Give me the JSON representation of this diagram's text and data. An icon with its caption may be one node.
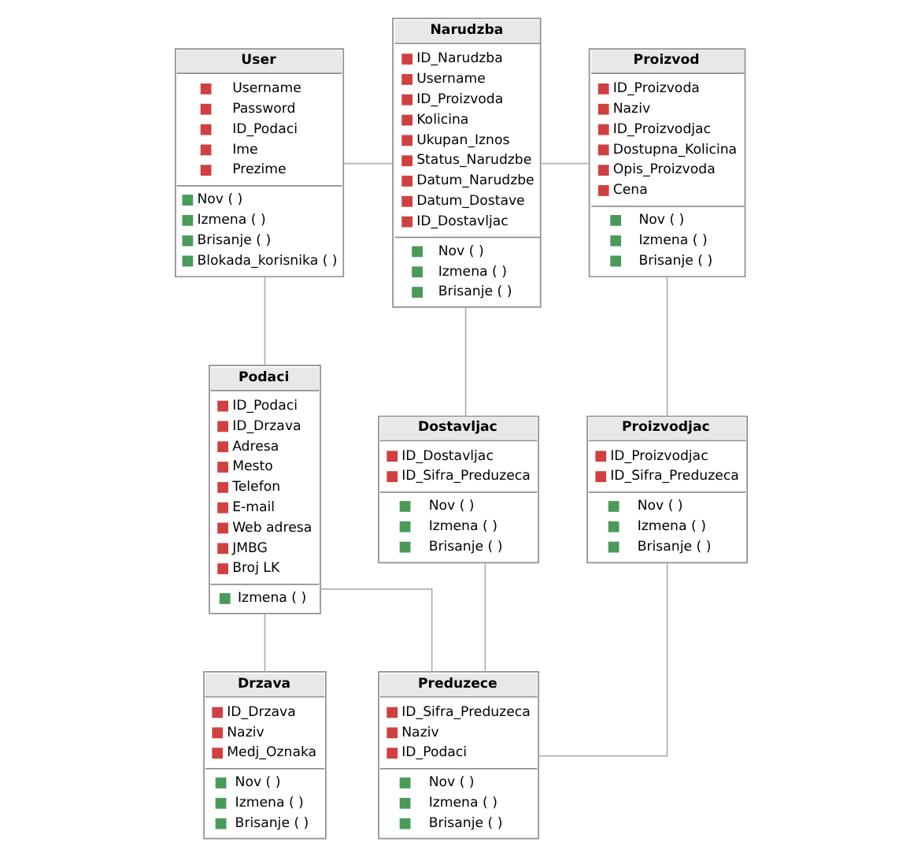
{
  "diagram": {
    "nodes": [
      {
        "text": [
          "User",
          "Username",
          "Password",
          "ID_Podaci",
          "Ime",
          "Prezime",
          "Nov ( )",
          "Izmena ( )",
          "Brisanje ( )",
          "Blokada_korisnika ( )"
        ]
      },
      {
        "text": [
          "Narudzba",
          "ID_Narudzba",
          "Username",
          "ID_Proizvoda",
          "Kolicina",
          "Ukupan_Iznos",
          "Status_Narudzbe",
          "Datum_Narudzbe",
          "Datum_Dostave",
          "ID_Dostavljac",
          "Nov ( )",
          "Izmena ( )",
          "Brisanje ( )"
        ]
      },
      {
        "text": [
          "Proizvod",
          "ID_Proizvoda",
          "Naziv",
          "ID_Proizvodjac",
          "Dostupna_Kolicina",
          "Opis_Proizvoda",
          "Cena",
          "Nov ( )",
          "Izmena ( )",
          "Brisanje ( )"
        ]
      },
      {
        "text": [
          "Podaci",
          "ID_Podaci",
          "ID_Drzava",
          "Adresa",
          "Mesto",
          "Telefon",
          "E-mail",
          "Web adresa",
          "JMBG",
          "Broj LK",
          "Izmena ( )"
        ]
      },
      {
        "text": [
          "Proizvodjac",
          "ID_Proizvodjac",
          "ID_Sifra_Preduzeca",
          "Nov ( )",
          "Izmena ( )",
          "Brisanje ( )"
        ]
      },
      {
        "text": [
          "Dostavljac",
          "ID_Dostavljac",
          "ID_Sifra_Preduzeca",
          "Nov ( )",
          "Izmena ( )",
          "Brisanje ( )"
        ]
      },
      {
        "text": [
          "Drzava",
          "ID_Drzava",
          "Naziv",
          "Medj_Oznaka",
          "Nov ( )",
          "Izmena ( )",
          "Brisanje ( )"
        ]
      },
      {
        "text": [
          "Preduzece",
          "ID_Sifra_Preduzeca",
          "Naziv",
          "ID_Podaci",
          "Nov ( )",
          "Izmena ( )",
          "Brisanje ( )"
        ]
      }
    ],
    "edges": [
      {
        "from": 0,
        "to": 1,
        "arrow": "none"
      },
      {
        "from": 0,
        "to": 3,
        "arrow": "none"
      },
      {
        "from": 1,
        "to": 2,
        "arrow": "none"
      },
      {
        "from": 1,
        "to": 5,
        "arrow": "none"
      },
      {
        "from": 2,
        "to": 4,
        "arrow": "none"
      },
      {
        "from": 3,
        "to": 6,
        "arrow": "none"
      },
      {
        "from": 3,
        "to": 7,
        "arrow": "none"
      },
      {
        "from": 4,
        "to": 7,
        "arrow": "none"
      },
      {
        "from": 5,
        "to": 7,
        "arrow": "none"
      }
    ]
  }
}
